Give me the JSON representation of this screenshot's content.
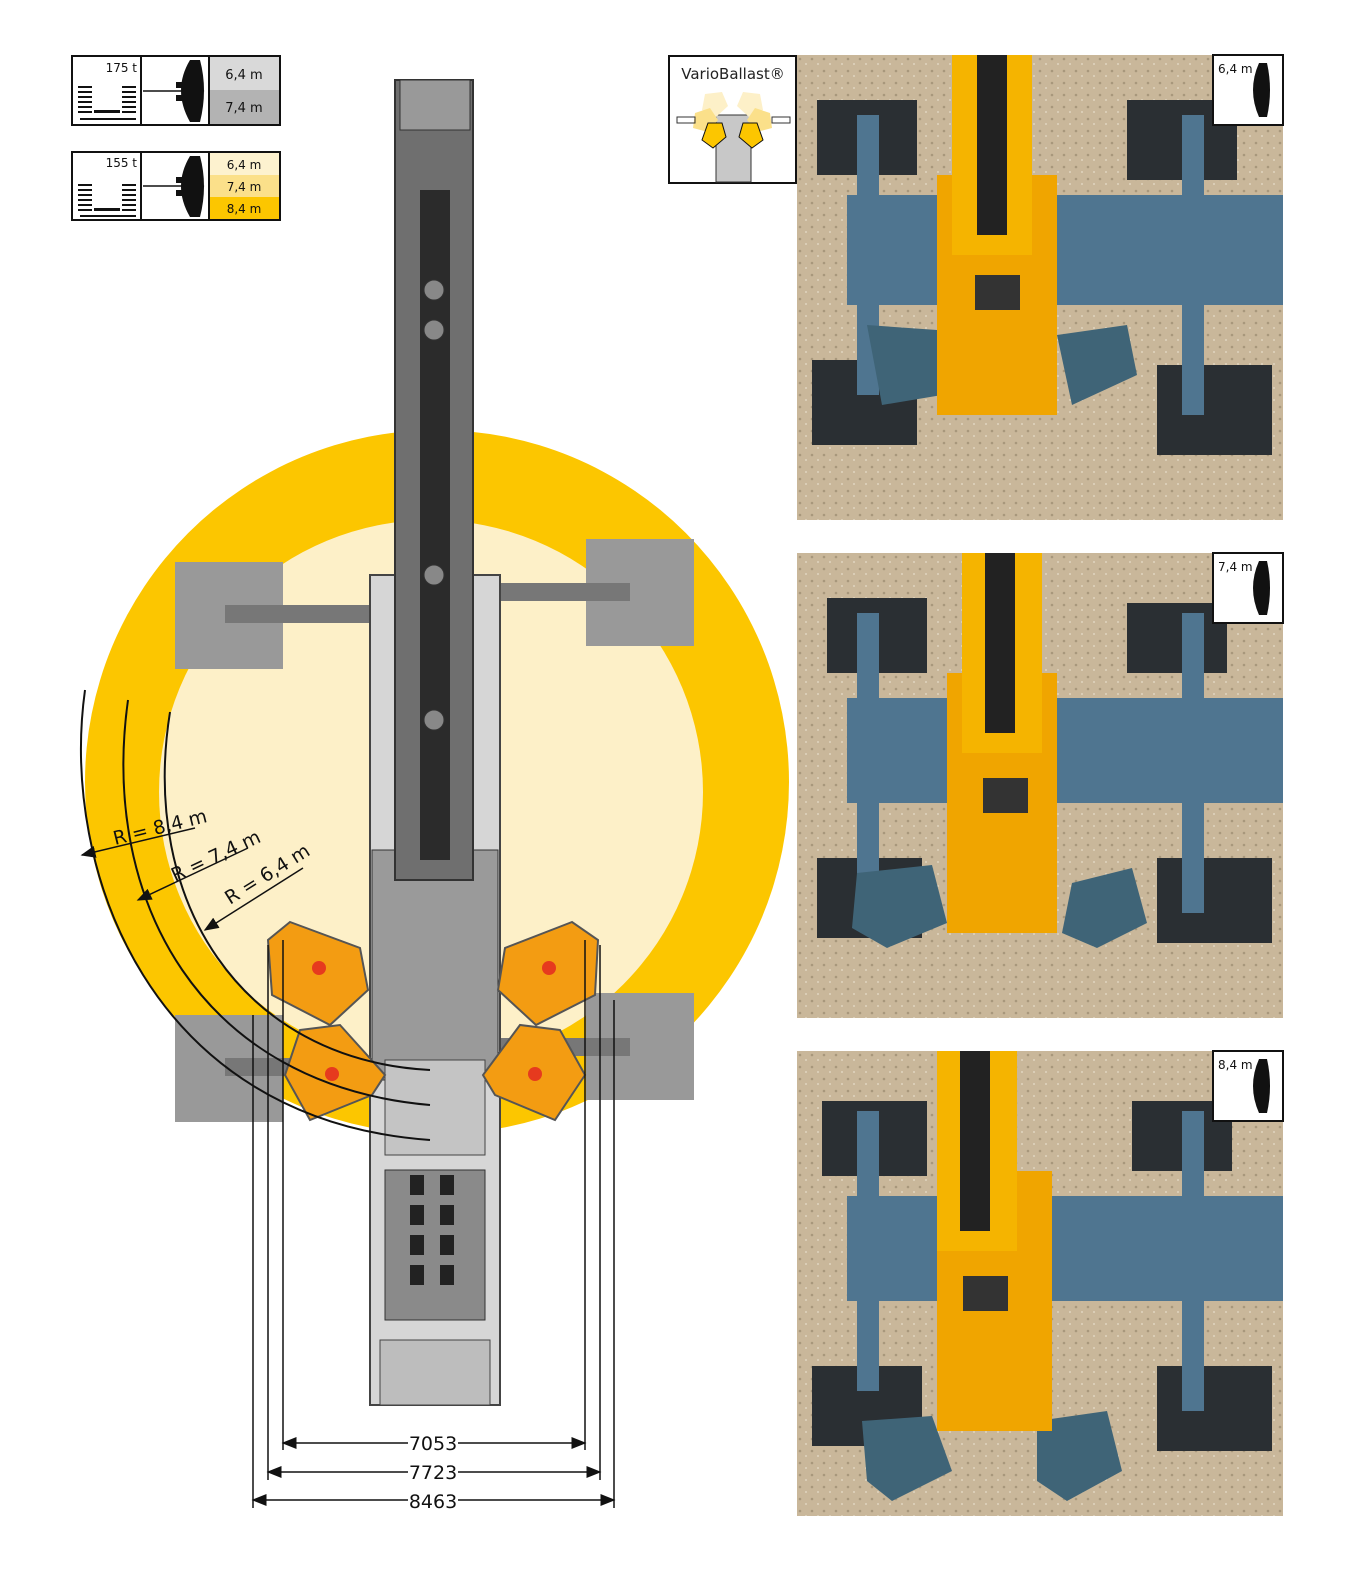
{
  "legend": [
    {
      "weight": "175 t",
      "radii": [
        {
          "label": "6,4 m",
          "color": "#d9d9d9"
        },
        {
          "label": "7,4 m",
          "color": "#b3b3b3"
        }
      ]
    },
    {
      "weight": "155 t",
      "radii": [
        {
          "label": "6,4 m",
          "color": "#fdf2cf"
        },
        {
          "label": "7,4 m",
          "color": "#fbe08a"
        },
        {
          "label": "8,4 m",
          "color": "#fcc600"
        }
      ]
    }
  ],
  "vario_ballast": {
    "title": "VarioBallast®"
  },
  "radius_labels": [
    "R = 8,4 m",
    "R = 7,4 m",
    "R = 6,4 m"
  ],
  "dimensions": [
    "7053",
    "7723",
    "8463"
  ],
  "photos": [
    {
      "badge": "6,4 m"
    },
    {
      "badge": "7,4 m"
    },
    {
      "badge": "8,4 m"
    }
  ],
  "colors": {
    "yellow": "#fcc600",
    "light_yellow": "#fdf0c8",
    "orange": "#f39c12",
    "pad_gray": "#999999",
    "crane_gray": "#6f6f6f"
  }
}
